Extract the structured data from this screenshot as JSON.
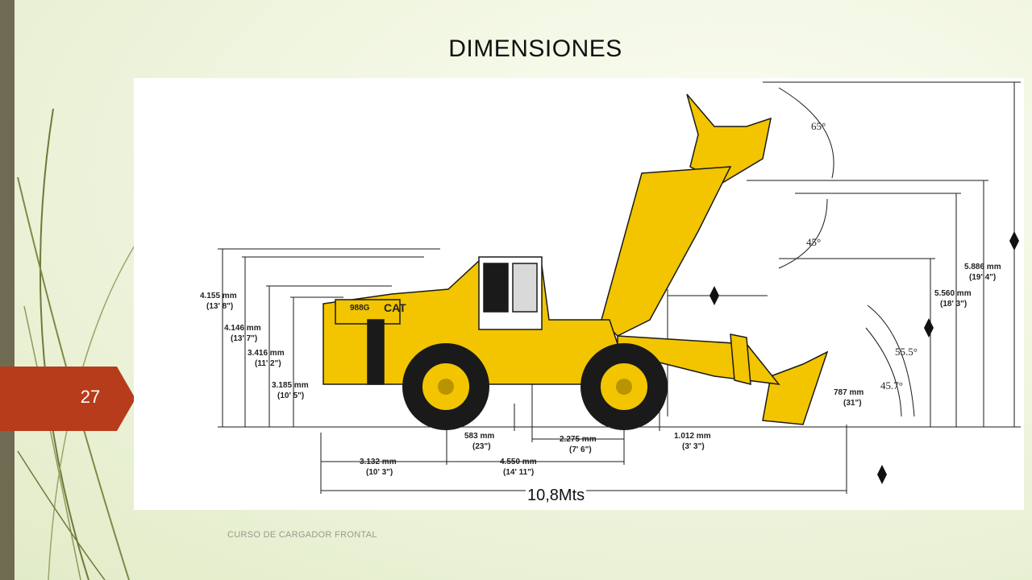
{
  "slide": {
    "title": "DIMENSIONES",
    "number": "27",
    "footer": "CURSO DE CARGADOR FRONTAL"
  },
  "diagram": {
    "machine_label": "988G",
    "brand_label": "CAT",
    "overall_length_label": "10,8Mts",
    "heights": [
      {
        "mm": "4.155 mm",
        "ft": "(13' 8\")"
      },
      {
        "mm": "4.146 mm",
        "ft": "(13' 7\")"
      },
      {
        "mm": "3.416 mm",
        "ft": "(11' 2\")"
      },
      {
        "mm": "3.185 mm",
        "ft": "(10' 5\")"
      },
      {
        "mm": "5.886 mm",
        "ft": "(19' 4\")"
      },
      {
        "mm": "5.560 mm",
        "ft": "(18' 3\")"
      },
      {
        "mm": "787 mm",
        "ft": "(31\")"
      }
    ],
    "lengths": [
      {
        "mm": "583 mm",
        "ft": "(23\")"
      },
      {
        "mm": "2.275 mm",
        "ft": "(7' 6\")"
      },
      {
        "mm": "1.012 mm",
        "ft": "(3' 3\")"
      },
      {
        "mm": "3.132 mm",
        "ft": "(10' 3\")"
      },
      {
        "mm": "4.550 mm",
        "ft": "(14' 11\")"
      }
    ],
    "angles": [
      "65°",
      "45°",
      "55.5°",
      "45.7°"
    ],
    "colors": {
      "machine": "#f2c500",
      "outline": "#1a1a1a",
      "accent": "#b63c1c"
    }
  }
}
